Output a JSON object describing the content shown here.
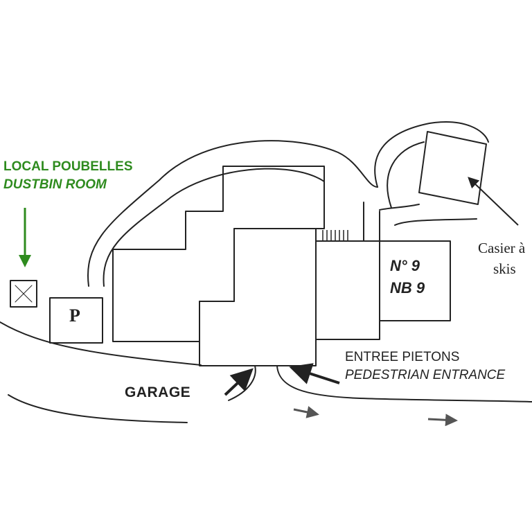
{
  "labels": {
    "dustbin_fr": "LOCAL POUBELLES",
    "dustbin_en": "DUSTBIN ROOM",
    "parking": "P",
    "building_fr": "N° 9",
    "building_en": "NB 9",
    "ski_locker_line1": "Casier à",
    "ski_locker_line2": "skis",
    "garage": "GARAGE",
    "pedestrian_fr": "ENTREE PIETONS",
    "pedestrian_en": "PEDESTRIAN ENTRANCE"
  },
  "colors": {
    "ink": "#222222",
    "accent_green": "#2e8b1e",
    "arrow_gray": "#555555"
  }
}
